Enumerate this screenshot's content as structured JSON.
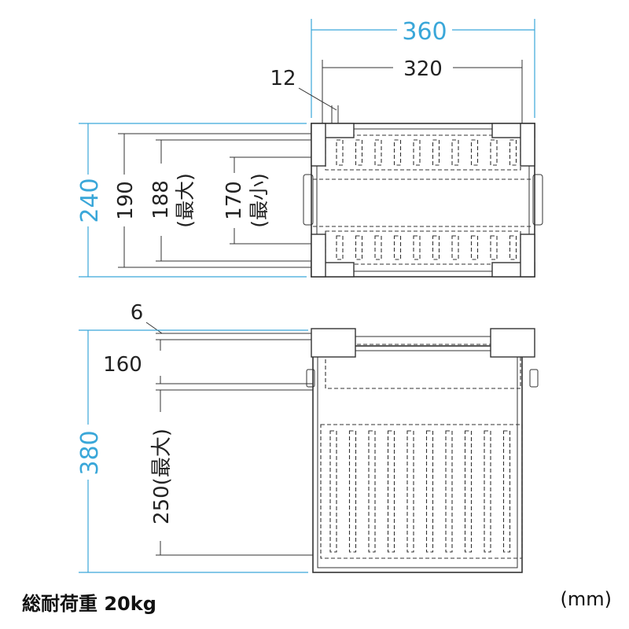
{
  "top_view": {
    "width_outer": "360",
    "width_inner": "320",
    "edge": "12",
    "depth_outer": "240",
    "depth_1": "190",
    "depth_max": "188",
    "depth_max_note": "(最大)",
    "depth_min": "170",
    "depth_min_note": "(最小)"
  },
  "side_view": {
    "top_gap": "6",
    "rail_height": "160",
    "total_height": "380",
    "max_height": "250(最大)"
  },
  "footer": {
    "load_capacity": "総耐荷重 20kg",
    "unit": "(mm)"
  },
  "colors": {
    "dimension_accent": "#3aa7d9",
    "line": "#333333"
  }
}
